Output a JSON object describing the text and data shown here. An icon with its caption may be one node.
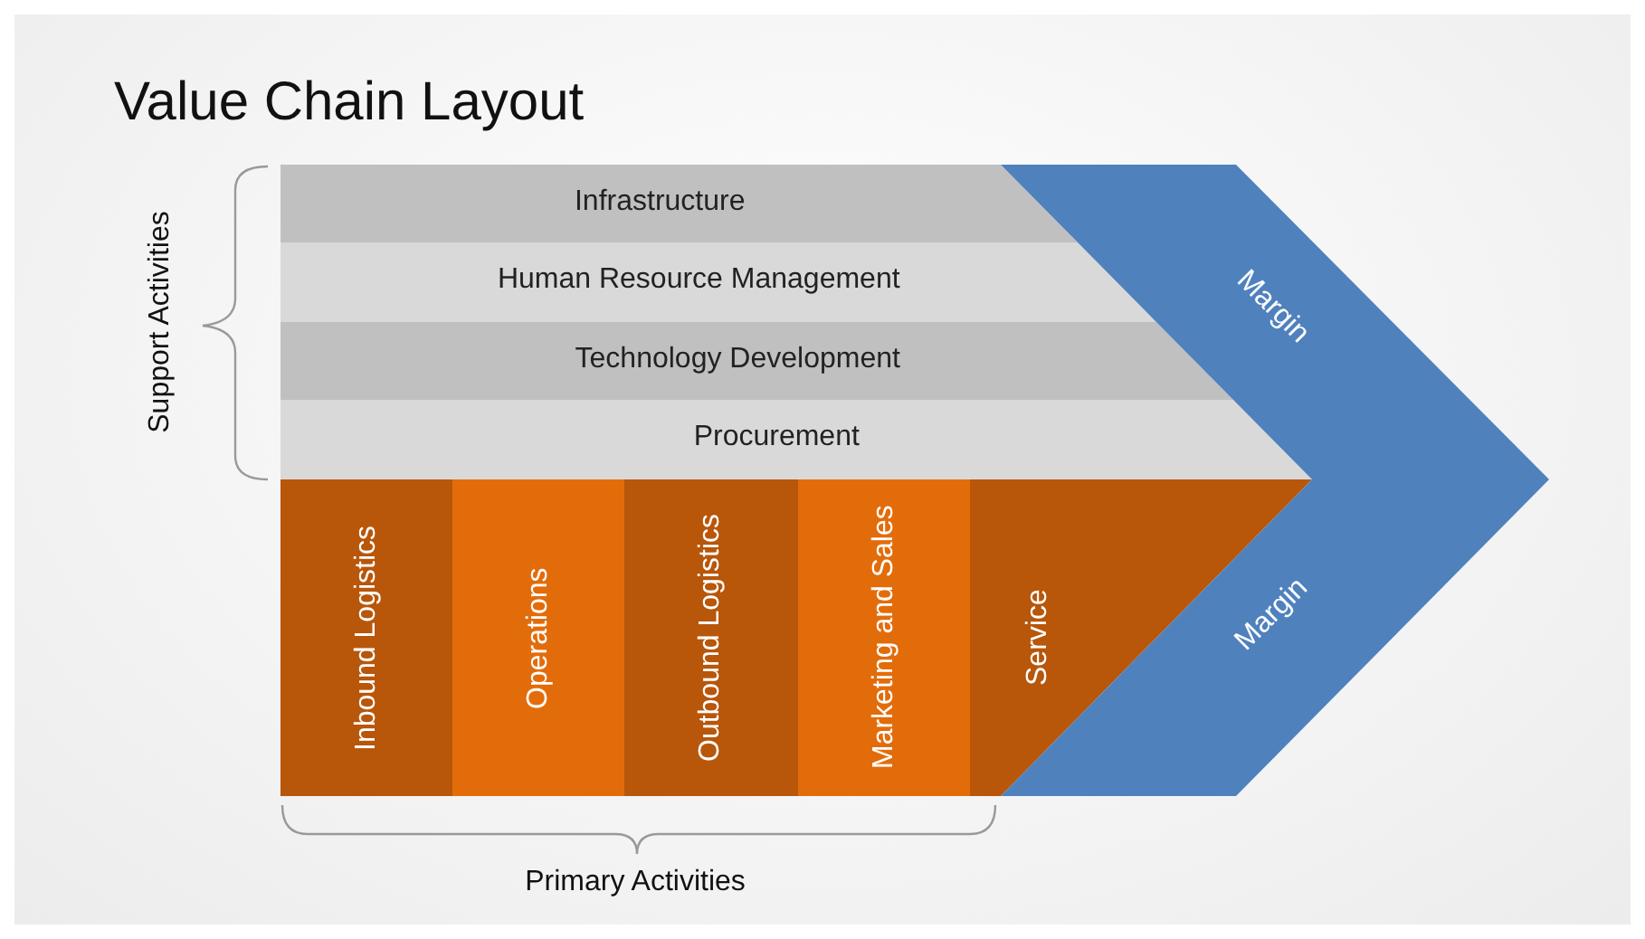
{
  "diagram": {
    "title": "Value Chain Layout",
    "nodes": [
      {
        "text": [
          "Infrastructure"
        ]
      },
      {
        "text": [
          "Human Resource Management"
        ]
      },
      {
        "text": [
          "Technology Development"
        ]
      },
      {
        "text": [
          "Procurement"
        ]
      },
      {
        "text": [
          "Inbound Logistics"
        ]
      },
      {
        "text": [
          "Operations"
        ]
      },
      {
        "text": [
          "Outbound Logistics"
        ]
      },
      {
        "text": [
          "Marketing and Sales"
        ]
      },
      {
        "text": [
          "Service"
        ]
      },
      {
        "text": [
          "Margin",
          "Margin"
        ]
      }
    ],
    "edges": [],
    "labels": [
      "Support  Activities",
      "Primary Activities"
    ]
  }
}
